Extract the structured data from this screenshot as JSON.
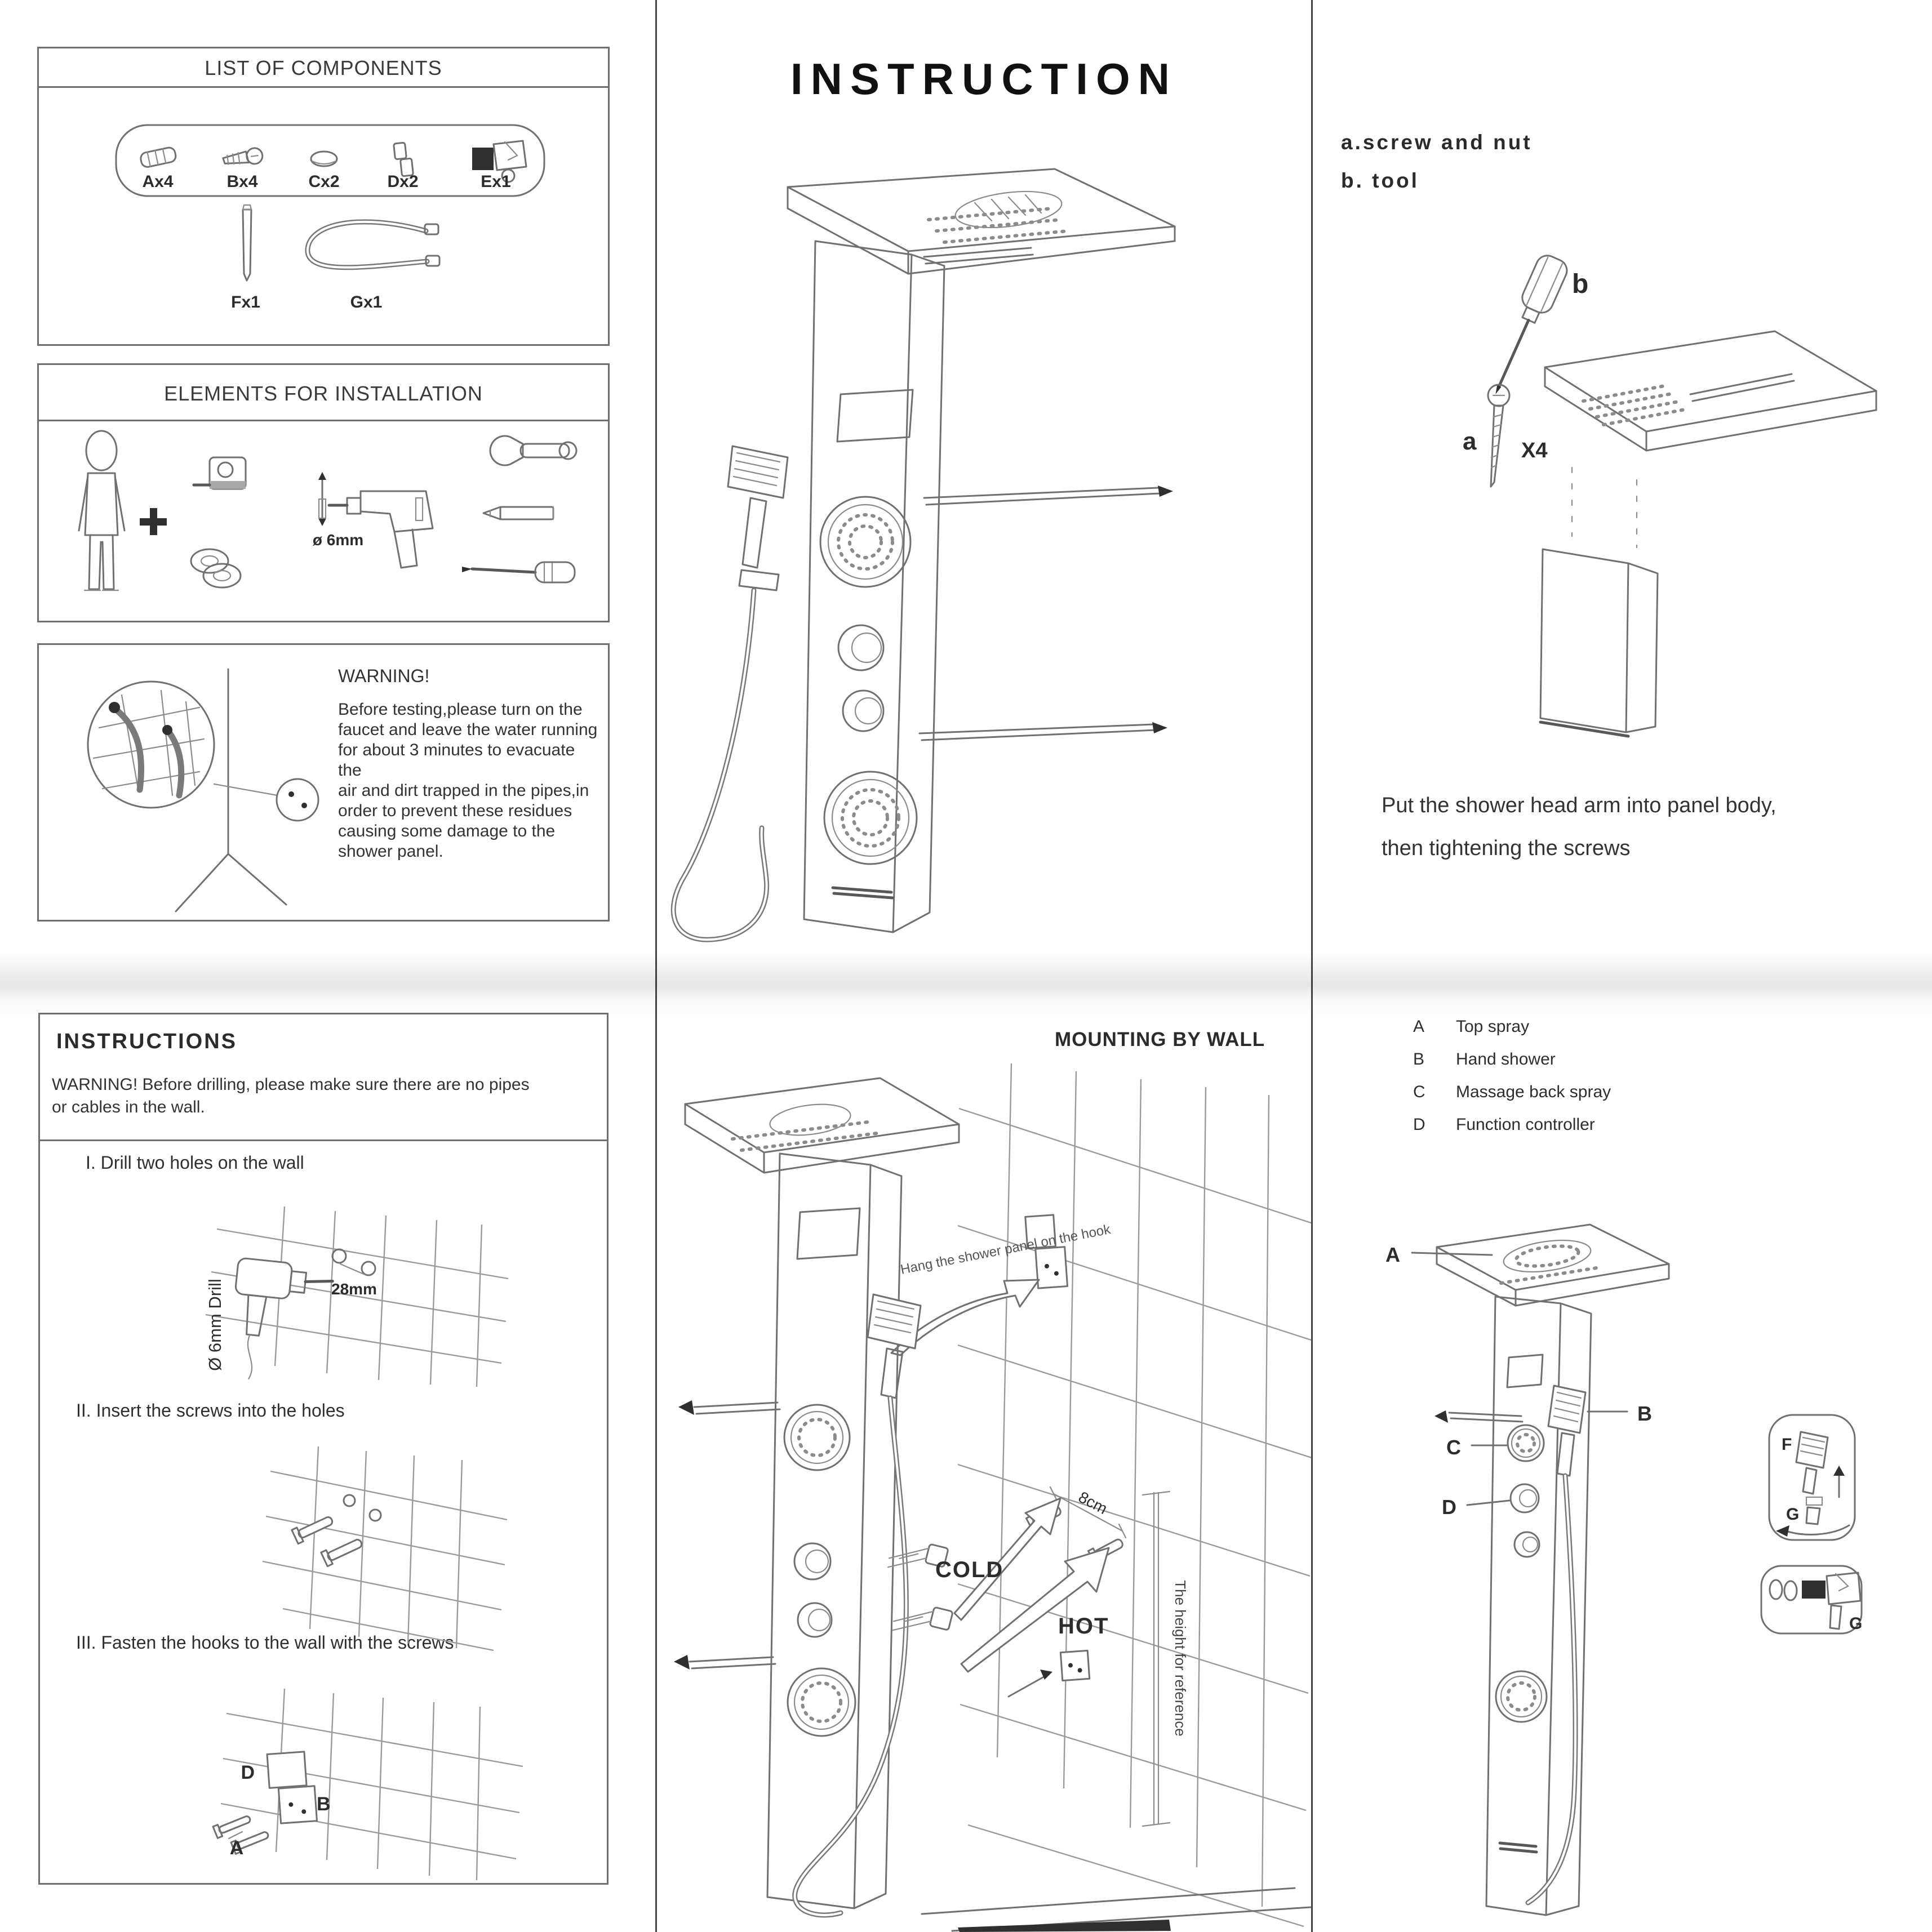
{
  "page": {
    "background": "#ffffff",
    "ink": "#2c2c2c",
    "line_color": "#707070"
  },
  "components": {
    "title": "LIST OF COMPONENTS",
    "labels": [
      "Ax4",
      "Bx4",
      "Cx2",
      "Dx2",
      "Ex1"
    ],
    "label_f": "Fx1",
    "label_g": "Gx1"
  },
  "elements": {
    "title": "ELEMENTS FOR INSTALLATION",
    "drill_diameter": "ø 6mm"
  },
  "warning_box": {
    "title": "WARNING!",
    "lines": [
      "Before testing,please turn on the",
      "faucet and leave the water running",
      "for about 3 minutes to evacuate the",
      "air and dirt trapped in the pipes,in",
      "order to prevent these residues",
      "causing some damage to the",
      "shower panel."
    ]
  },
  "instruction": {
    "title": "INSTRUCTION"
  },
  "head_assembly": {
    "list_a": "a.screw and nut",
    "list_b": "b. tool",
    "label_a": "a",
    "label_b": "b",
    "qty": "X4",
    "caption": [
      "Put the shower head arm into panel body,",
      "then tightening the screws"
    ]
  },
  "install_steps": {
    "title": "INSTRUCTIONS",
    "warning": [
      "WARNING!  Before drilling, please make sure there are no pipes",
      "or cables in the wall."
    ],
    "step_1": "I. Drill two holes on the wall",
    "drill_label": "Ø 6mm Drill",
    "hole_distance": "28mm",
    "step_2": "II. Insert the screws into the holes",
    "step_3": "III.  Fasten the hooks to the wall with the screws",
    "label_d": "D",
    "label_b": "B",
    "label_a": "A"
  },
  "mounting": {
    "title": "MOUNTING BY WALL",
    "hang_note": "Hang the shower panel on the hook",
    "distance": "8cm",
    "cold": "COLD",
    "hot": "HOT",
    "height_note": "The height for reference"
  },
  "parts_legend": {
    "items": [
      {
        "key": "A",
        "label": "Top spray"
      },
      {
        "key": "B",
        "label": "Hand shower"
      },
      {
        "key": "C",
        "label": "Massage back spray"
      },
      {
        "key": "D",
        "label": "Function controller"
      }
    ],
    "label_f": "F",
    "label_g": "G",
    "label_g2": "G"
  }
}
